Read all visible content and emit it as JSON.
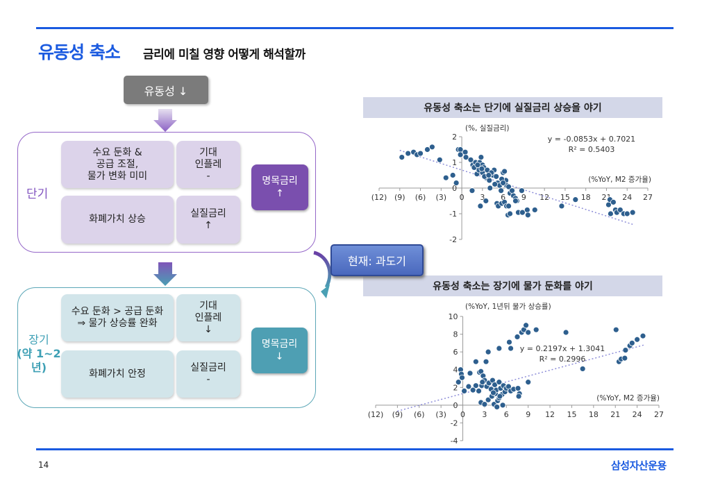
{
  "header": {
    "title": "유동성 축소",
    "subtitle": "금리에 미칠 영향 어떻게 해석할까"
  },
  "flow": {
    "start": "유동성 ↓",
    "short": {
      "label": "단기",
      "demand": [
        "수요 둔화 &",
        "공급 조절,",
        "물가 변화 미미"
      ],
      "expected_infl": [
        "기대",
        "인플레",
        "-"
      ],
      "currency": "화폐가치 상승",
      "real_rate": [
        "실질금리",
        "↑"
      ],
      "nominal": [
        "명목금리",
        "↑"
      ]
    },
    "long": {
      "label": [
        "장기",
        "(약 1~2년)"
      ],
      "demand": [
        "수요 둔화 > 공급 둔화",
        "⇒ 물가 상승률 완화"
      ],
      "expected_infl": [
        "기대",
        "인플레",
        "↓"
      ],
      "currency": "화폐가치 안정",
      "real_rate": [
        "실질금리",
        "-"
      ],
      "nominal": [
        "명목금리",
        "↓"
      ]
    },
    "current": "현재: 과도기"
  },
  "footer": {
    "page": "14",
    "logo": "삼성자산운용"
  },
  "colors": {
    "accent": "#1a5ae0",
    "purple": "#7a4fae",
    "teal": "#4e9fb3",
    "dot": "#2e5f8e"
  },
  "chart_data": [
    {
      "type": "scatter",
      "title": "유동성 축소는 단기에 실질금리 상승을 야기",
      "ylabel": "(%, 실질금리)",
      "xlabel": "(%YoY, M2 증가율)",
      "xlim": [
        -12,
        27
      ],
      "ylim": [
        -2,
        2
      ],
      "xticks": [
        -12,
        -9,
        -6,
        -3,
        0,
        3,
        6,
        9,
        12,
        15,
        18,
        21,
        24,
        27
      ],
      "xtick_labels": [
        "(12)",
        "(9)",
        "(6)",
        "(3)",
        "0",
        "3",
        "6",
        "9",
        "12",
        "15",
        "18",
        "21",
        "24",
        "27"
      ],
      "yticks": [
        -2,
        -1,
        0,
        1,
        2
      ],
      "ytick_labels": [
        "-2",
        "-1",
        "0",
        "1",
        "2"
      ],
      "trend": {
        "slope": -0.0853,
        "intercept": 0.7021,
        "equation": "y = -0.0853x + 0.7021",
        "r2": "R² = 0.5403"
      },
      "points": [
        [
          -8.7,
          1.2
        ],
        [
          -7.8,
          1.35
        ],
        [
          -7,
          1.4
        ],
        [
          -6.5,
          1.3
        ],
        [
          -6,
          1.35
        ],
        [
          -5,
          1.5
        ],
        [
          -4.3,
          1.6
        ],
        [
          -3.2,
          1.1
        ],
        [
          -2.3,
          0.4
        ],
        [
          -1.3,
          0.5
        ],
        [
          -0.8,
          0.2
        ],
        [
          -0.5,
          1.5
        ],
        [
          -0.2,
          1.5
        ],
        [
          -0.2,
          1.3
        ],
        [
          0.5,
          1.4
        ],
        [
          0.6,
          1.2
        ],
        [
          1.3,
          1.1
        ],
        [
          1.5,
          -0.1
        ],
        [
          1.6,
          0.9
        ],
        [
          1.8,
          0.8
        ],
        [
          2,
          1
        ],
        [
          2.2,
          0.55
        ],
        [
          2.5,
          0.7
        ],
        [
          2.6,
          1
        ],
        [
          2.8,
          1.2
        ],
        [
          3,
          0.9
        ],
        [
          3,
          0.6
        ],
        [
          3.2,
          0.8
        ],
        [
          3.5,
          0.4
        ],
        [
          3.7,
          0.7
        ],
        [
          4,
          0.3
        ],
        [
          4.1,
          0
        ],
        [
          4.5,
          0.5
        ],
        [
          4.7,
          0.7
        ],
        [
          5,
          0.45
        ],
        [
          5.2,
          0.2
        ],
        [
          5.5,
          0.1
        ],
        [
          5.7,
          -0.1
        ],
        [
          6,
          0.6
        ],
        [
          6.2,
          0.65
        ],
        [
          6.4,
          0.3
        ],
        [
          6.5,
          0.1
        ],
        [
          6.8,
          0.05
        ],
        [
          7,
          -0.2
        ],
        [
          7.3,
          -0.1
        ],
        [
          7.5,
          -0.3
        ],
        [
          7.8,
          -0.4
        ],
        [
          8,
          -0.5
        ],
        [
          8.7,
          -0.1
        ],
        [
          2.7,
          -0.7
        ],
        [
          3.5,
          -0.5
        ],
        [
          5.1,
          -0.6
        ],
        [
          5.3,
          -0.7
        ],
        [
          5.8,
          -0.6
        ],
        [
          6.2,
          -0.55
        ],
        [
          6.5,
          -0.7
        ],
        [
          6.8,
          -0.7
        ],
        [
          6.7,
          -1.05
        ],
        [
          7,
          -1
        ],
        [
          7.8,
          -0.5
        ],
        [
          8.2,
          -0.95
        ],
        [
          8.8,
          -0.95
        ],
        [
          9.5,
          -0.85
        ],
        [
          9.6,
          -1.05
        ],
        [
          10.6,
          -0.85
        ],
        [
          14.5,
          -0.7
        ],
        [
          16.5,
          -0.45
        ],
        [
          21.3,
          -0.65
        ],
        [
          21.5,
          -0.45
        ],
        [
          22,
          -0.55
        ],
        [
          21.6,
          -1
        ],
        [
          22.3,
          -0.85
        ],
        [
          22.5,
          -0.95
        ],
        [
          23,
          -0.85
        ],
        [
          23.5,
          -1
        ],
        [
          24,
          -1
        ],
        [
          24.8,
          -0.95
        ],
        [
          2.3,
          0.9
        ],
        [
          3.3,
          0.45
        ],
        [
          4.3,
          0.6
        ],
        [
          5.8,
          0.35
        ],
        [
          4.8,
          0.15
        ],
        [
          6,
          0.2
        ],
        [
          2.9,
          0.75
        ],
        [
          3.9,
          0.5
        ]
      ]
    },
    {
      "type": "scatter",
      "title": "유동성 축소는 장기에 물가 둔화를 야기",
      "ylabel": "(%YoY, 1년뒤 물가 상승률)",
      "xlabel": "(%YoY, M2 증가율)",
      "xlim": [
        -12,
        27
      ],
      "ylim": [
        -4,
        10
      ],
      "xticks": [
        -12,
        -9,
        -6,
        -3,
        0,
        3,
        6,
        9,
        12,
        15,
        18,
        21,
        24,
        27
      ],
      "xtick_labels": [
        "(12)",
        "(9)",
        "(6)",
        "(3)",
        "0",
        "3",
        "6",
        "9",
        "12",
        "15",
        "18",
        "21",
        "24",
        "27"
      ],
      "yticks": [
        -4,
        -2,
        0,
        2,
        4,
        6,
        8,
        10
      ],
      "ytick_labels": [
        "-4",
        "-2",
        "0",
        "2",
        "4",
        "6",
        "8",
        "10"
      ],
      "trend": {
        "slope": 0.2197,
        "intercept": 1.3041,
        "equation": "y = 0.2197x + 1.3041",
        "r2": "R² = 0.2996"
      },
      "points": [
        [
          -0.3,
          4
        ],
        [
          -0.2,
          3.5
        ],
        [
          -0.1,
          3.1
        ],
        [
          -0.6,
          2.6
        ],
        [
          0.2,
          1.6
        ],
        [
          0.8,
          2.1
        ],
        [
          1,
          3.6
        ],
        [
          2.3,
          3.7
        ],
        [
          1.8,
          4.9
        ],
        [
          2.5,
          3.8
        ],
        [
          2.8,
          3.3
        ],
        [
          3.2,
          4.9
        ],
        [
          3.5,
          6.0
        ],
        [
          5,
          6.4
        ],
        [
          6.4,
          7.1
        ],
        [
          6.6,
          6.4
        ],
        [
          7.5,
          7.7
        ],
        [
          8.1,
          8.2
        ],
        [
          8.4,
          8.5
        ],
        [
          8.7,
          9.0
        ],
        [
          9,
          8.2
        ],
        [
          10.1,
          8.5
        ],
        [
          14.2,
          8.2
        ],
        [
          16.5,
          4.1
        ],
        [
          21.1,
          8.5
        ],
        [
          21.5,
          4.9
        ],
        [
          21.8,
          5.2
        ],
        [
          22.3,
          5.3
        ],
        [
          22.4,
          6.2
        ],
        [
          23,
          6.7
        ],
        [
          23.3,
          7
        ],
        [
          24,
          7.4
        ],
        [
          24.8,
          7.8
        ],
        [
          9,
          2.6
        ],
        [
          2.5,
          0.3
        ],
        [
          3,
          0.1
        ],
        [
          3.5,
          0.6
        ],
        [
          4,
          1
        ],
        [
          4.3,
          0.1
        ],
        [
          4.7,
          -0.2
        ],
        [
          4.8,
          0.5
        ],
        [
          5.5,
          0
        ],
        [
          4.5,
          1.3
        ],
        [
          5,
          0.8
        ],
        [
          1.8,
          2.2
        ],
        [
          2.2,
          1.6
        ],
        [
          2.6,
          2.2
        ],
        [
          3,
          2.8
        ],
        [
          3.3,
          2.1
        ],
        [
          3.6,
          2.5
        ],
        [
          3.9,
          1.8
        ],
        [
          4.1,
          2.8
        ],
        [
          4.4,
          2.3
        ],
        [
          4.6,
          1.7
        ],
        [
          5,
          2.6
        ],
        [
          5.2,
          1.9
        ],
        [
          5.4,
          1.2
        ],
        [
          5.6,
          2.2
        ],
        [
          5.8,
          1.5
        ],
        [
          6,
          1.9
        ],
        [
          6.3,
          2.1
        ],
        [
          6.6,
          1.6
        ],
        [
          7,
          1.8
        ],
        [
          7.6,
          1.9
        ],
        [
          7.8,
          1.3
        ],
        [
          7.7,
          1.0
        ],
        [
          1.4,
          1.7
        ],
        [
          2.7,
          2.6
        ],
        [
          4.2,
          1.4
        ],
        [
          5.1,
          1.0
        ]
      ]
    }
  ]
}
